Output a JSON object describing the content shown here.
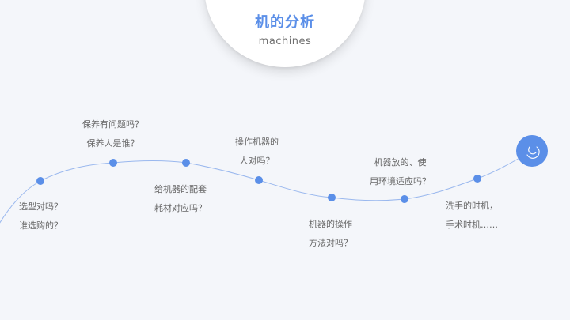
{
  "header": {
    "title": "机的分析",
    "subtitle": "machines"
  },
  "colors": {
    "accent": "#5b8fe8",
    "dot": "#5b8fe8",
    "line": "#9ab8ee",
    "text": "#666666",
    "background": "#f4f6fa"
  },
  "timeline": {
    "end_icon": "spiral-icon",
    "points": [
      {
        "line1": "选型对吗？",
        "line2": "谁选购的？",
        "position": "below"
      },
      {
        "line1": "保养有问题吗？",
        "line2": "保养人是谁？",
        "position": "above"
      },
      {
        "line1": "给机器的配套",
        "line2": "耗材对应吗？",
        "position": "below"
      },
      {
        "line1": "操作机器的",
        "line2": "人对吗？",
        "position": "above"
      },
      {
        "line1": "机器的操作",
        "line2": "方法对吗？",
        "position": "below"
      },
      {
        "line1": "机器放的、使",
        "line2": "用环境适应吗？",
        "position": "above"
      },
      {
        "line1": "洗手的时机，",
        "line2": "手术时机……",
        "position": "below"
      }
    ]
  }
}
